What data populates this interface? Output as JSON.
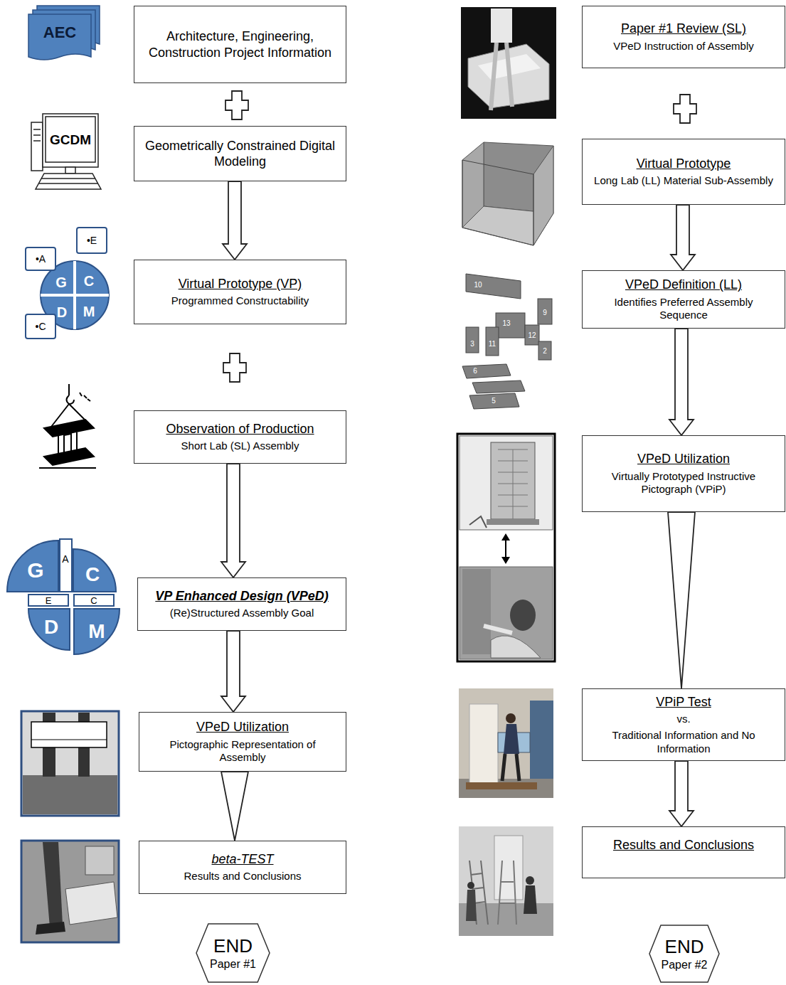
{
  "diagram": {
    "nodes": [
      {
        "text": [
          "Architecture, Engineering, Construction Project Information"
        ]
      },
      {
        "text": [
          "Geometrically Constrained Digital Modeling"
        ]
      },
      {
        "text": [
          "Virtual Prototype (VP)",
          "Programmed Constructability"
        ]
      },
      {
        "text": [
          "Observation of Production",
          "Short Lab (SL) Assembly"
        ]
      },
      {
        "text": [
          "VP Enhanced Design (VPeD)",
          "(Re)Structured Assembly Goal"
        ]
      },
      {
        "text": [
          "VPeD Utilization",
          "Pictographic Representation of Assembly"
        ]
      },
      {
        "text": [
          "beta-TEST",
          "Results and Conclusions"
        ]
      },
      {
        "text": [
          "END",
          "Paper #1"
        ]
      },
      {
        "text": [
          "Paper #1 Review (SL)",
          "VPeD Instruction of Assembly"
        ]
      },
      {
        "text": [
          "Virtual Prototype",
          "Long Lab (LL) Material Sub-Assembly"
        ]
      },
      {
        "text": [
          "VPeD Definition (LL)",
          "Identifies Preferred Assembly Sequence"
        ]
      },
      {
        "text": [
          "VPeD Utilization",
          "Virtually Prototyped Instructive Pictograph (VPiP)"
        ]
      },
      {
        "text": [
          "VPiP Test",
          "vs.",
          "Traditional Information and No Information"
        ]
      },
      {
        "text": [
          "Results and Conclusions"
        ]
      },
      {
        "text": [
          "END",
          "Paper #2"
        ]
      }
    ],
    "edges": [
      {
        "from": 1,
        "to": 2,
        "arrow": "to"
      },
      {
        "from": 3,
        "to": 4,
        "arrow": "to"
      },
      {
        "from": 4,
        "to": 5,
        "arrow": "to"
      },
      {
        "from": 5,
        "to": 6,
        "arrow": "to"
      },
      {
        "from": 9,
        "to": 10,
        "arrow": "to"
      },
      {
        "from": 10,
        "to": 11,
        "arrow": "to"
      },
      {
        "from": 11,
        "to": 12,
        "arrow": "to"
      },
      {
        "from": 12,
        "to": 13,
        "arrow": "to"
      }
    ],
    "labels": [
      "AEC",
      "GCDM",
      "•A",
      "•E",
      "G",
      "C",
      "D",
      "M",
      "•C",
      "G",
      "A",
      "C",
      "E",
      "C",
      "D",
      "M",
      "10",
      "13",
      "3",
      "11",
      "9",
      "12",
      "2",
      "6",
      "5"
    ]
  }
}
